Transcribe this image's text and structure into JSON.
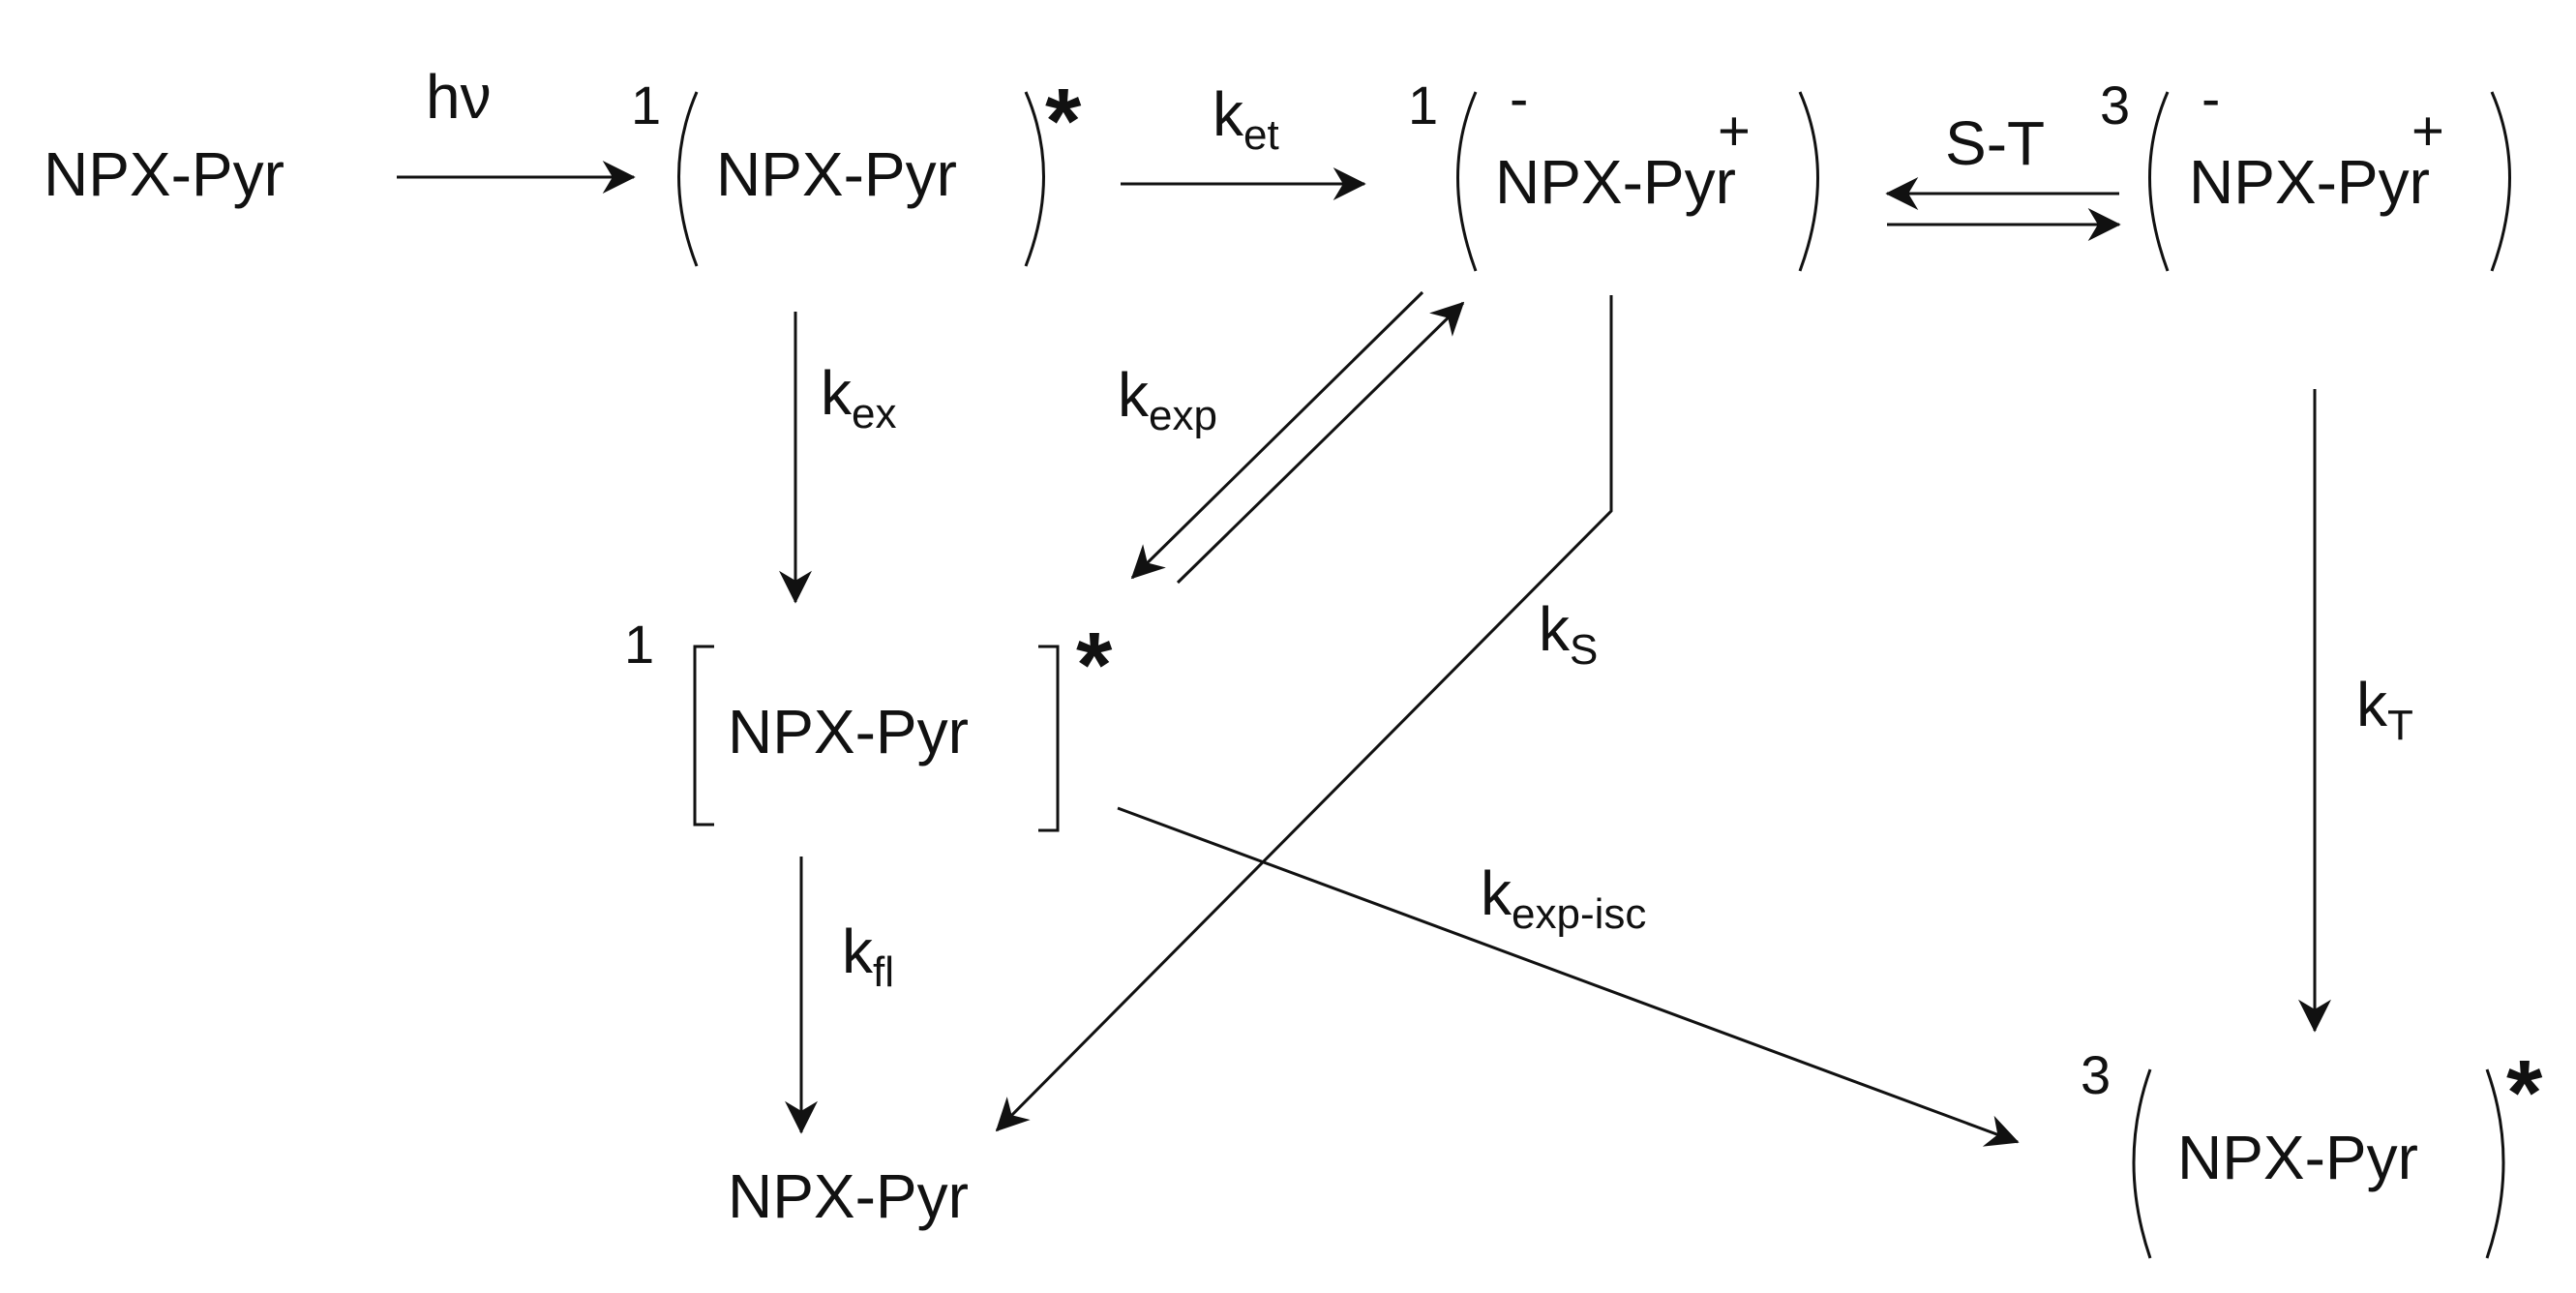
{
  "species": {
    "ground_start": "NPX-Pyr",
    "singlet_le": "NPX-Pyr",
    "singlet_cs": "NPX-Pyr",
    "triplet_cs": "NPX-Pyr",
    "singlet_exciplex": "NPX-Pyr",
    "ground_end": "NPX-Pyr",
    "triplet_le": "NPX-Pyr"
  },
  "multiplicity": {
    "singlet": "1",
    "triplet": "3"
  },
  "charges": {
    "minus": "-",
    "plus": "+"
  },
  "excited_marker": "*",
  "excitation": "hν",
  "intersystem": "S-T",
  "rates": {
    "et": {
      "k": "k",
      "sub": "et"
    },
    "ex": {
      "k": "k",
      "sub": "ex"
    },
    "exp": {
      "k": "k",
      "sub": "exp"
    },
    "S": {
      "k": "k",
      "sub": "S"
    },
    "T": {
      "k": "k",
      "sub": "T"
    },
    "fl": {
      "k": "k",
      "sub": "fl"
    },
    "exp_isc": {
      "k": "k",
      "sub": "exp-isc"
    }
  }
}
